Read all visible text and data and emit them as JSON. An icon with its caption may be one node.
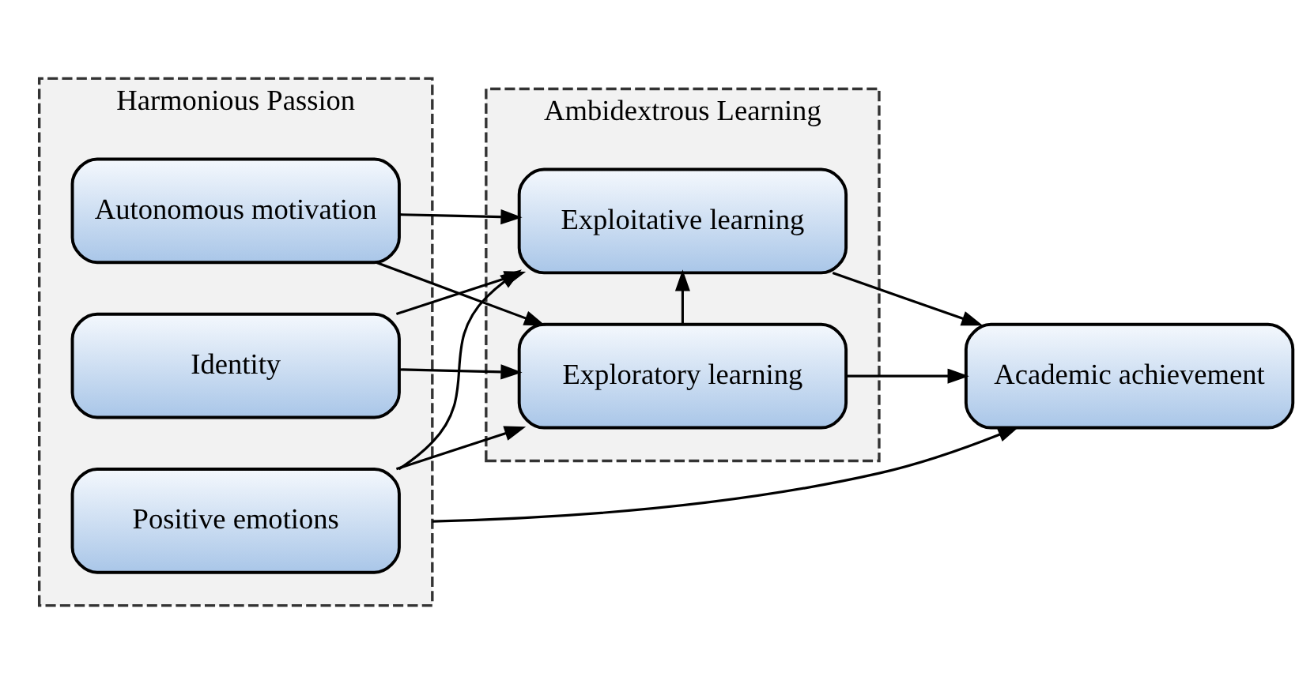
{
  "diagram": {
    "nodes": [
      {
        "text": [
          "Harmonious Passion"
        ]
      },
      {
        "text": [
          "Positive emotions"
        ],
        "in": 0
      },
      {
        "text": [
          "Identity"
        ],
        "in": 0
      },
      {
        "text": [
          "Autonomous motivation"
        ],
        "in": 0
      },
      {
        "text": [
          "Ambidextrous Learning"
        ]
      },
      {
        "text": [
          "Exploratory learning"
        ],
        "in": 4
      },
      {
        "text": [
          "Exploitative learning"
        ],
        "in": 4
      },
      {
        "text": [
          "Academic achievement"
        ]
      }
    ],
    "edges": [
      {
        "from": 1,
        "to": 5,
        "arrow": "to"
      },
      {
        "from": 1,
        "to": 6,
        "arrow": "to"
      },
      {
        "from": 2,
        "to": 5,
        "arrow": "to"
      },
      {
        "from": 2,
        "to": 6,
        "arrow": "to"
      },
      {
        "from": 3,
        "to": 5,
        "arrow": "to"
      },
      {
        "from": 3,
        "to": 6,
        "arrow": "to"
      },
      {
        "from": 5,
        "to": 6,
        "arrow": "to"
      },
      {
        "from": 5,
        "to": 7,
        "arrow": "to"
      },
      {
        "from": 6,
        "to": 7,
        "arrow": "to"
      },
      {
        "from": 0,
        "to": 7,
        "arrow": "to"
      }
    ]
  }
}
